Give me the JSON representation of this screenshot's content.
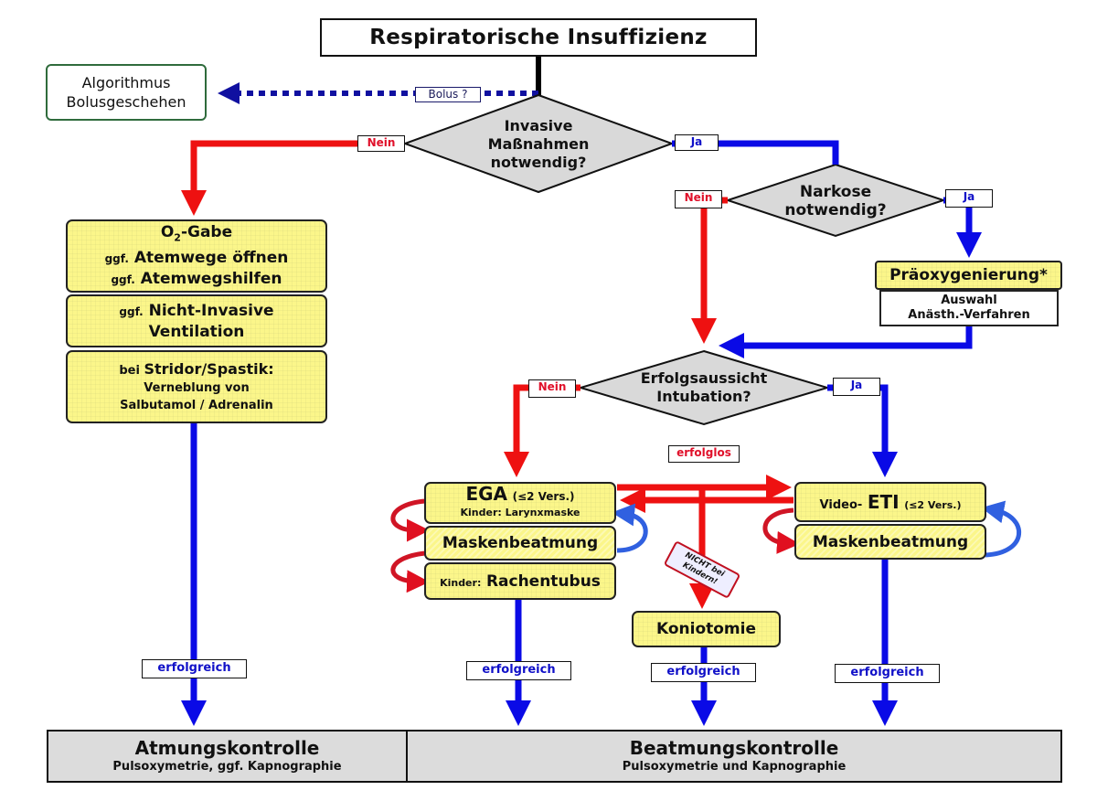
{
  "title": "Respiratorische Insuffizienz",
  "side_box": {
    "line1": "Algorithmus",
    "line2": "Bolusgeschehen"
  },
  "bolus_label": "Bolus ?",
  "decisions": {
    "invasive": {
      "line1": "Invasive",
      "line2": "Maßnahmen",
      "line3": "notwendig?"
    },
    "narkose": {
      "line1": "Narkose",
      "line2": "notwendig?"
    },
    "intubation": {
      "line1": "Erfolgsaussicht",
      "line2": "Intubation?"
    }
  },
  "branch_labels": {
    "nein": "Nein",
    "ja": "Ja",
    "erfolglos": "erfolglos",
    "erfolgreich": "erfolgreich"
  },
  "left_column": {
    "o2": {
      "main": "O",
      "sub": "2",
      "rest": "-Gabe",
      "ggf": "ggf.",
      "line2": "Atemwege öffnen",
      "line3": "Atemwegshilfen"
    },
    "niv": {
      "ggf": "ggf.",
      "line1": "Nicht-Invasive",
      "line2": "Ventilation"
    },
    "stridor": {
      "bei": "bei",
      "line1": "Stridor/Spastik:",
      "line2": "Verneblung von",
      "line3": "Salbutamol / Adrenalin"
    }
  },
  "praeox": {
    "title": "Präoxygenierung*",
    "line1": "Auswahl",
    "line2": "Anästh.-Verfahren"
  },
  "ega": {
    "title": "EGA",
    "versuche": "(≤2 Vers.)",
    "kinder": "Kinder: Larynxmaske"
  },
  "maskenbeatmung": "Maskenbeatmung",
  "rachentubus": {
    "kinder": "Kinder:",
    "label": "Rachentubus"
  },
  "eti": {
    "video": "Video-",
    "title": "ETI",
    "versuche": "(≤2 Vers.)"
  },
  "koniotomie": "Koniotomie",
  "nicht_bei_kindern": {
    "line1": "NICHT bei",
    "line2": "Kindern!"
  },
  "atmungskontrolle": {
    "title": "Atmungskontrolle",
    "sub": "Pulsoxymetrie, ggf. Kapnographie"
  },
  "beatmungskontrolle": {
    "title": "Beatmungskontrolle",
    "sub": "Pulsoxymetrie und Kapnographie"
  },
  "colors": {
    "red": "#ee1111",
    "blue": "#0a0ae6",
    "yellow": "#fbf68a",
    "grey": "#dcdcdc",
    "diamond": "#d9d9d9",
    "green_border": "#2f6b3c"
  }
}
